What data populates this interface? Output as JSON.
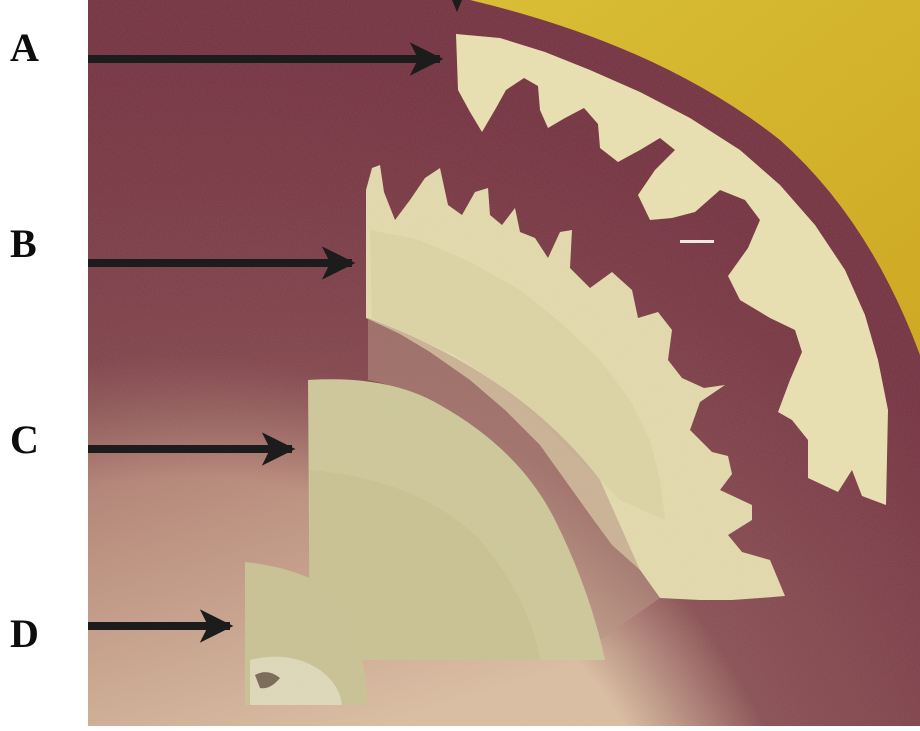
{
  "figure": {
    "panels": [
      {
        "label": "A"
      },
      {
        "label": "B"
      },
      {
        "label": "C"
      },
      {
        "label": "D"
      }
    ],
    "colors": {
      "background_dark": "#7c3a45",
      "background_light": "#d8b59a",
      "growth_pale": "#ece4b4",
      "growth_olive": "#cdc894",
      "agar_yellow": "#d7b51e",
      "arrow": "#1c1c1c"
    }
  }
}
